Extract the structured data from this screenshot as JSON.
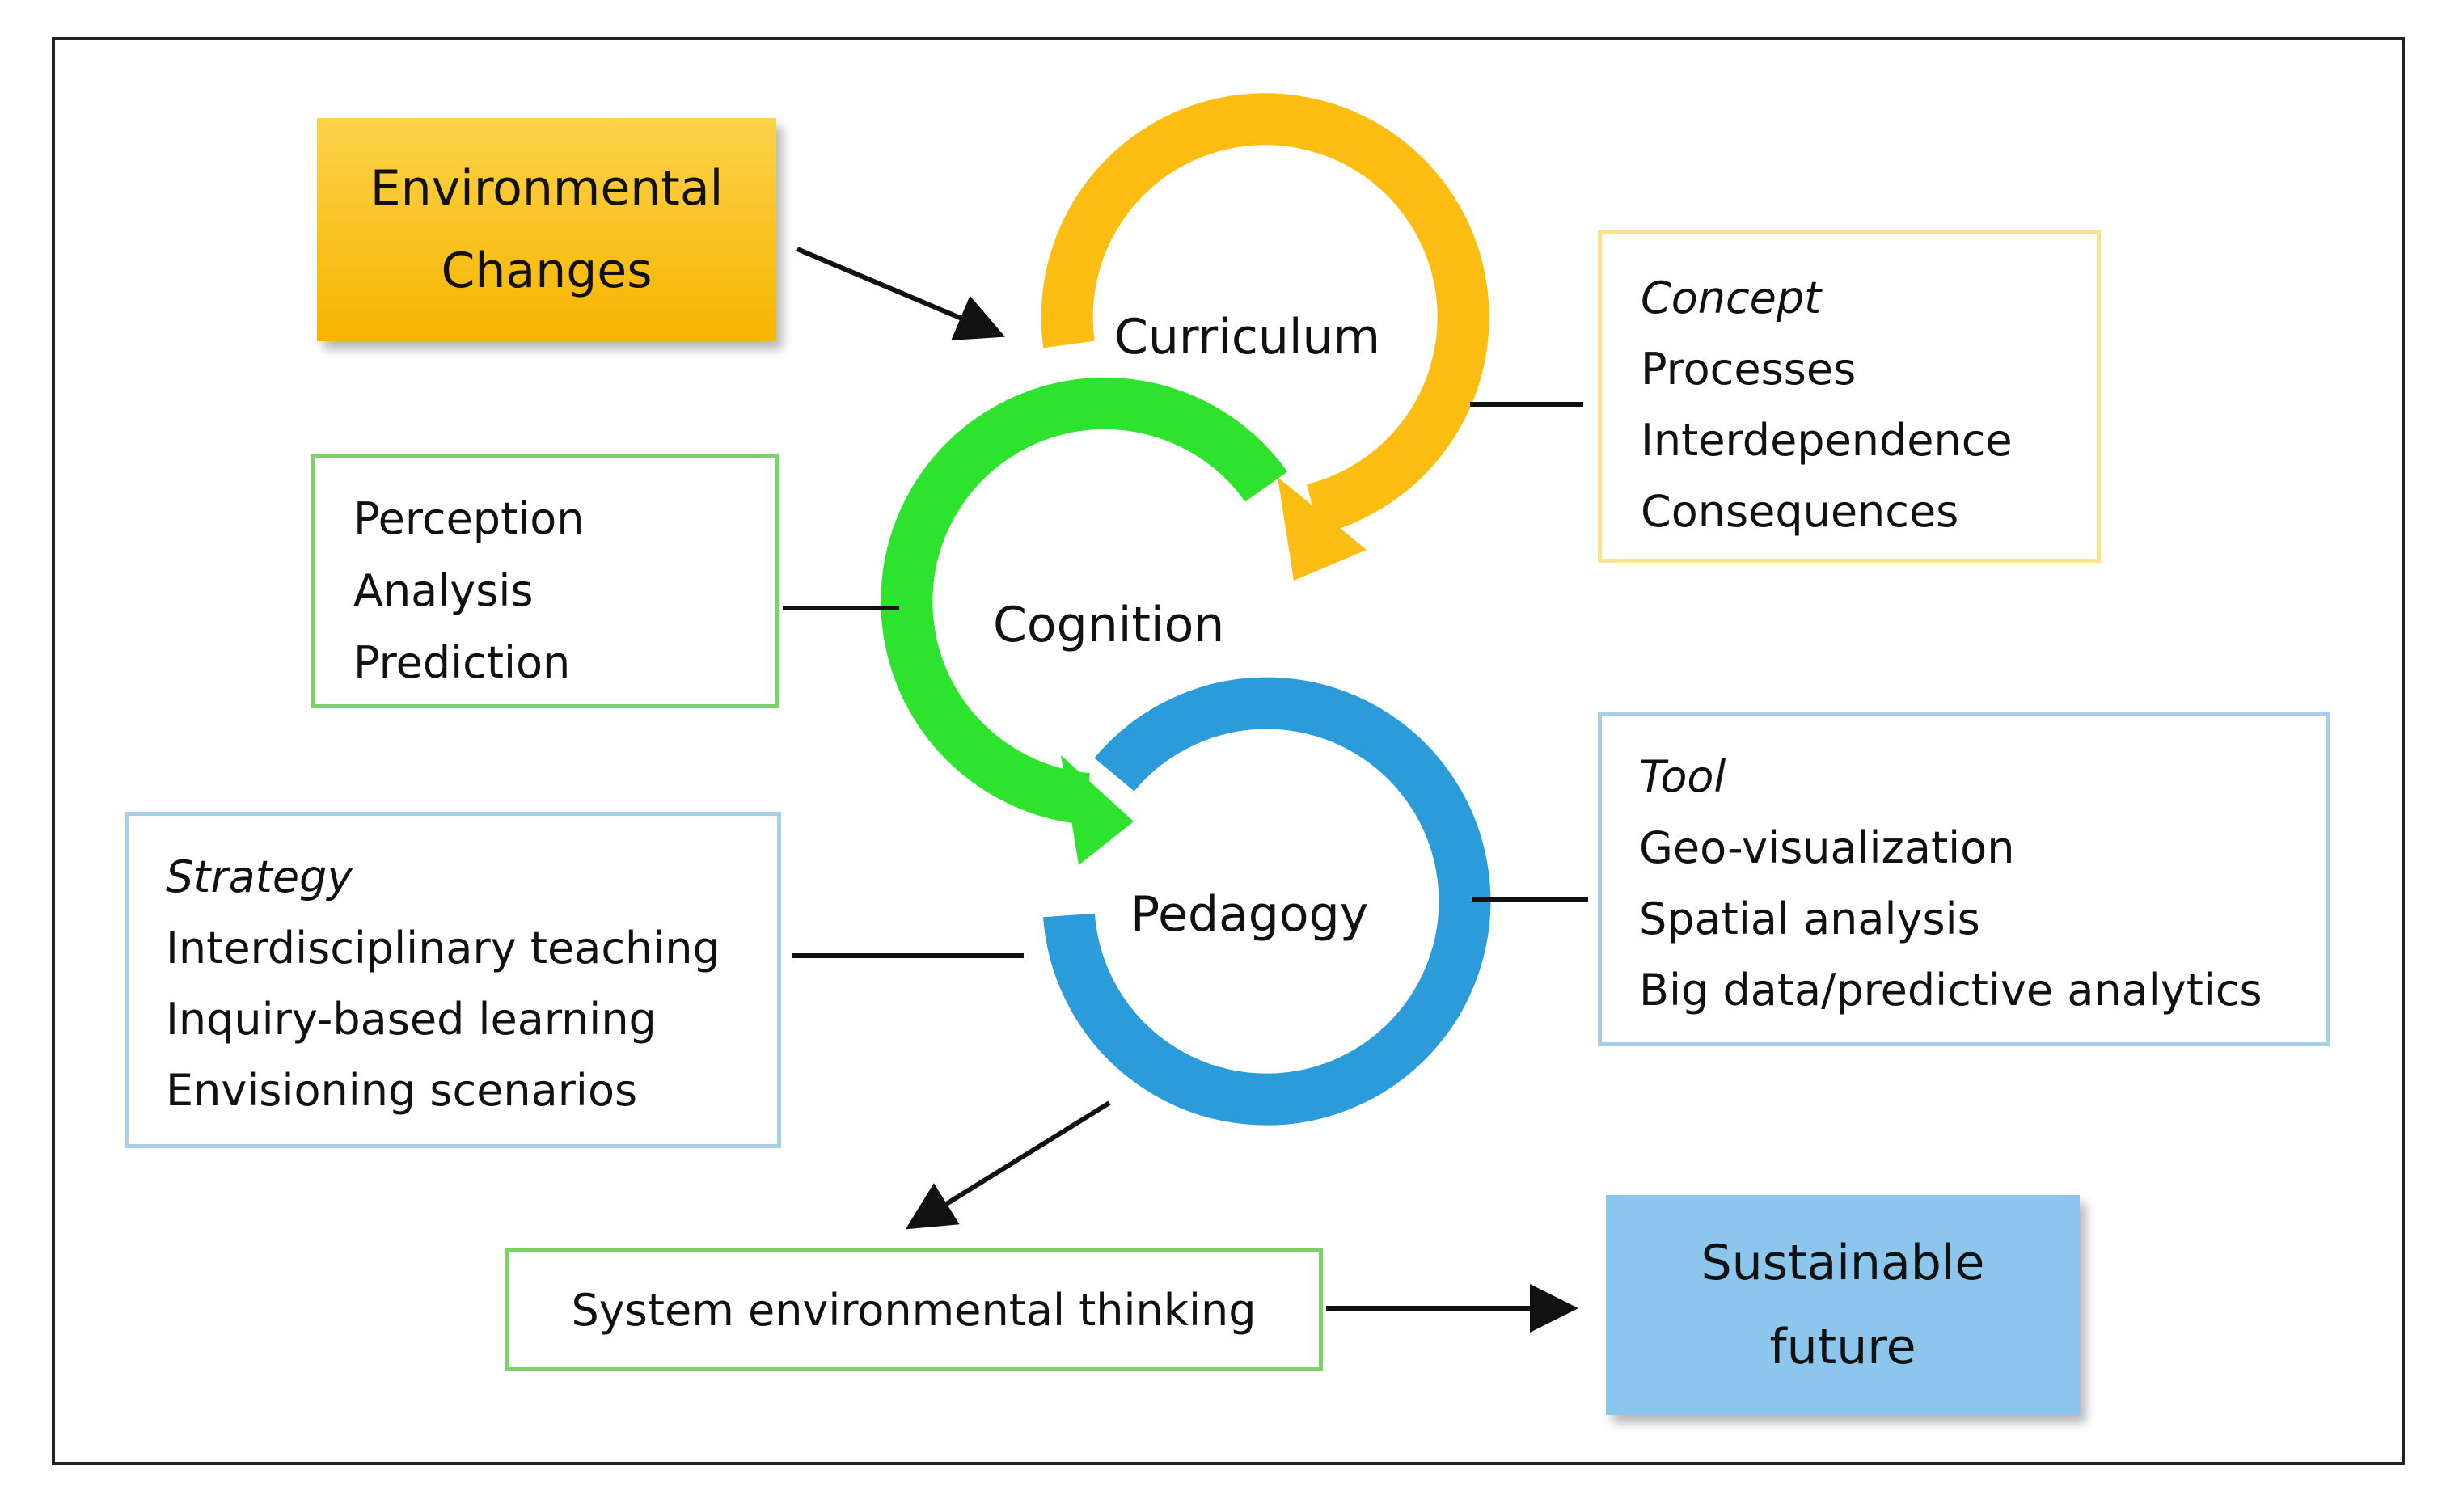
{
  "inputs": {
    "title_line1": "Environmental",
    "title_line2": "Changes"
  },
  "cycle": {
    "curriculum": "Curriculum",
    "cognition": "Cognition",
    "pedagogy": "Pedagogy"
  },
  "concept_box": {
    "heading": "Concept",
    "items": [
      "Processes",
      "Interdependence",
      "Consequences"
    ]
  },
  "cognition_box": {
    "items": [
      "Perception",
      "Analysis",
      "Prediction"
    ]
  },
  "strategy_box": {
    "heading": "Strategy",
    "items": [
      "Interdisciplinary teaching",
      "Inquiry-based learning",
      "Envisioning scenarios"
    ]
  },
  "tool_box": {
    "heading": "Tool",
    "items": [
      "Geo-visualization",
      "Spatial analysis",
      "Big data/predictive analytics"
    ]
  },
  "outcome": {
    "system_thinking": "System environmental thinking",
    "future_line1": "Sustainable",
    "future_line2": "future"
  },
  "colors": {
    "curriculum": "#fbbd12",
    "cognition": "#2ee32e",
    "pedagogy": "#2b9bd9",
    "env_fill": "#f9c22c",
    "future_fill": "#8cc6ec"
  }
}
